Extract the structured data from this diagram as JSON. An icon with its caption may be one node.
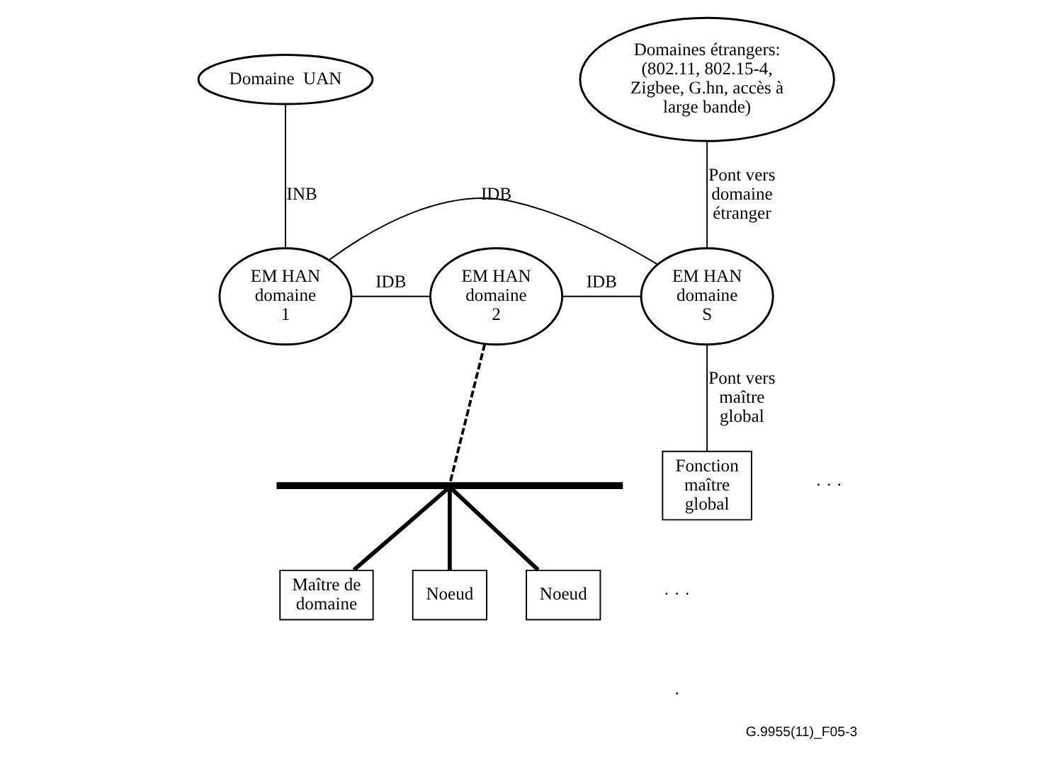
{
  "diagram": {
    "caption": "G.9955(11)_F05-3",
    "nodes": [
      {
        "text": [
          "Domaine  UAN"
        ]
      },
      {
        "text": [
          "Domaines étrangers: (802.11, 802.15-4, Zigbee, G.hn, accès à large bande)"
        ]
      },
      {
        "text": [
          "EM HAN domaine 1"
        ]
      },
      {
        "text": [
          "EM HAN domaine 2"
        ]
      },
      {
        "text": [
          "EM HAN domaine S"
        ]
      },
      {
        "text": [
          "Fonction maître global"
        ]
      },
      {
        "text": [],
        "shape": "bar"
      },
      {
        "text": [
          "Maître de domaine"
        ]
      },
      {
        "text": [
          "Noeud"
        ]
      },
      {
        "text": [
          "Noeud"
        ]
      }
    ],
    "edges": [
      {
        "from": 0,
        "to": 2,
        "arrow": "none",
        "label": "INB"
      },
      {
        "from": 2,
        "to": 4,
        "arrow": "none",
        "label": "IDB"
      },
      {
        "from": 2,
        "to": 3,
        "arrow": "none",
        "label": "IDB"
      },
      {
        "from": 3,
        "to": 4,
        "arrow": "none",
        "label": "IDB"
      },
      {
        "from": 1,
        "to": 4,
        "arrow": "none",
        "label": "Pont vers domaine étranger"
      },
      {
        "from": 4,
        "to": 5,
        "arrow": "none",
        "label": "Pont vers maître global"
      },
      {
        "from": 3,
        "to": 6,
        "arrow": "none",
        "style": "dashed"
      },
      {
        "from": 6,
        "to": 7,
        "arrow": "none",
        "style": "thick"
      },
      {
        "from": 6,
        "to": 8,
        "arrow": "none",
        "style": "thick"
      },
      {
        "from": 6,
        "to": 9,
        "arrow": "none",
        "style": "thick"
      }
    ],
    "labels": [
      "· · ·",
      "· · ·",
      "·"
    ]
  }
}
